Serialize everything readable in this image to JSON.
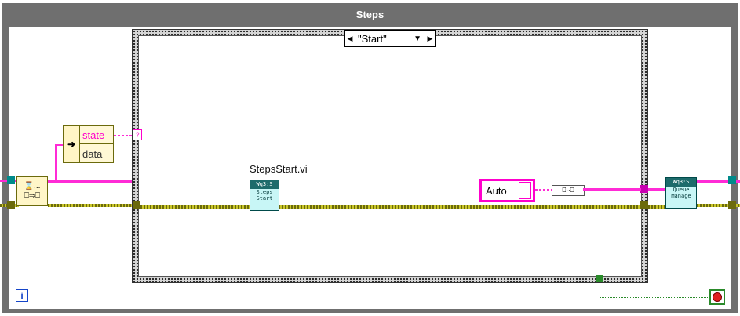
{
  "loop": {
    "title": "Steps"
  },
  "case_structure": {
    "selector_value": "\"Start\"",
    "left_arrow": "◀",
    "right_arrow": "▶",
    "dropdown_arrow": "▼"
  },
  "unbundle": {
    "field_1": "state",
    "field_2": "data",
    "arrow_glyph": "➜"
  },
  "coercion_dot": "?",
  "dequeue_node": {
    "line_1": "⌛...",
    "line_2": "⎕⇒⎕"
  },
  "subvi_steps_start": {
    "label": "StepsStart.vi",
    "header": "Wq3:S",
    "line_1": "Steps",
    "line_2": "Start"
  },
  "enum_constant": {
    "value": "Auto"
  },
  "bundle_node": {
    "glyph": "⎕··⎕"
  },
  "subvi_queue_manage": {
    "header": "Wq3:S",
    "line_1": "Queue",
    "line_2": "Manage"
  },
  "iteration_terminal": "i",
  "colors": {
    "loop_frame": "#6f6f6f",
    "enum_wire": "#ff2bd6",
    "cluster_wire": "#c9c62a",
    "bool_wire": "#2a8a2a",
    "subvi_header": "#1d6b6b"
  }
}
